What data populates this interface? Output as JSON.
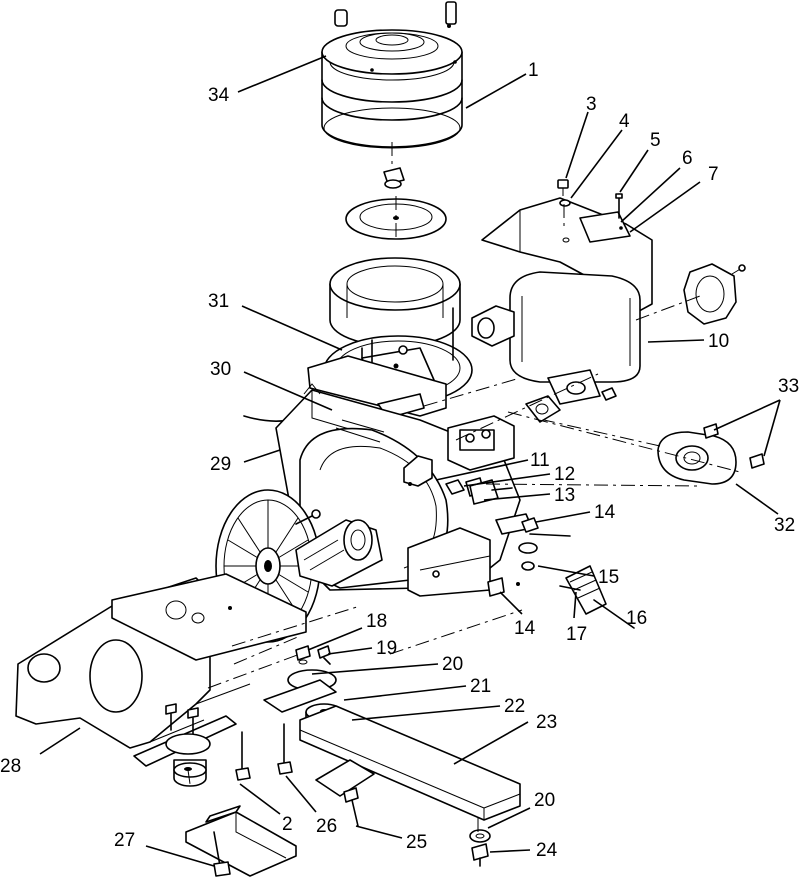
{
  "diagram": {
    "callouts": [
      {
        "id": "c34",
        "text": "34"
      },
      {
        "id": "c1",
        "text": "1"
      },
      {
        "id": "c3",
        "text": "3"
      },
      {
        "id": "c4",
        "text": "4"
      },
      {
        "id": "c5",
        "text": "5"
      },
      {
        "id": "c6",
        "text": "6"
      },
      {
        "id": "c7",
        "text": "7"
      },
      {
        "id": "c10",
        "text": "10"
      },
      {
        "id": "c31",
        "text": "31"
      },
      {
        "id": "c30",
        "text": "30"
      },
      {
        "id": "c33",
        "text": "33"
      },
      {
        "id": "c29",
        "text": "29"
      },
      {
        "id": "c11",
        "text": "11"
      },
      {
        "id": "c12",
        "text": "12"
      },
      {
        "id": "c13",
        "text": "13"
      },
      {
        "id": "c32",
        "text": "32"
      },
      {
        "id": "c14a",
        "text": "14"
      },
      {
        "id": "c15",
        "text": "15"
      },
      {
        "id": "c14b",
        "text": "14"
      },
      {
        "id": "c16",
        "text": "16"
      },
      {
        "id": "c17",
        "text": "17"
      },
      {
        "id": "c18",
        "text": "18"
      },
      {
        "id": "c19",
        "text": "19"
      },
      {
        "id": "c20a",
        "text": "20"
      },
      {
        "id": "c21",
        "text": "21"
      },
      {
        "id": "c22",
        "text": "22"
      },
      {
        "id": "c23",
        "text": "23"
      },
      {
        "id": "c28",
        "text": "28"
      },
      {
        "id": "c2",
        "text": "2"
      },
      {
        "id": "c26",
        "text": "26"
      },
      {
        "id": "c25",
        "text": "25"
      },
      {
        "id": "c20b",
        "text": "20"
      },
      {
        "id": "c27",
        "text": "27"
      },
      {
        "id": "c24",
        "text": "24"
      }
    ]
  }
}
